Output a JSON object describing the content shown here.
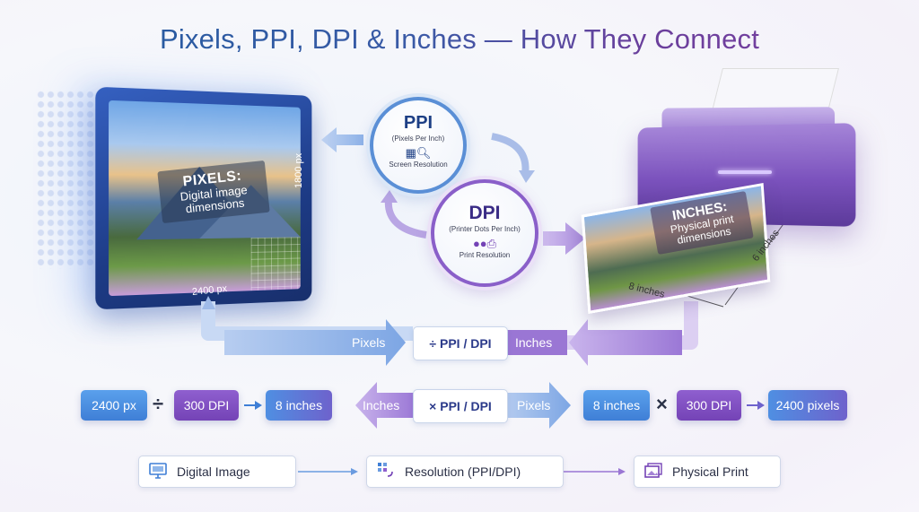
{
  "title": "Pixels, PPI, DPI & Inches — How They Connect",
  "monitor": {
    "label_title": "PIXELS:",
    "label_sub": "Digital image dimensions",
    "width_label": "2400 px",
    "height_label": "1800 px"
  },
  "ppi": {
    "title": "PPI",
    "subtitle": "(Pixels Per Inch)",
    "caption": "Screen Resolution",
    "icon": "pixel-grid-search-icon"
  },
  "dpi": {
    "title": "DPI",
    "subtitle": "(Printer Dots Per Inch)",
    "caption": "Print Resolution",
    "icon": "ink-drops-printer-icon"
  },
  "printer": {
    "label_title": "INCHES:",
    "label_sub": "Physical print dimensions",
    "width_label": "8 inches",
    "height_label": "6 inches"
  },
  "flow_top": {
    "left": "Pixels",
    "formula": "÷ PPI / DPI",
    "right": "Inches"
  },
  "flow_mid": {
    "left": "Inches",
    "formula": "× PPI / DPI",
    "right": "Pixels"
  },
  "example_left": {
    "a": "2400 px",
    "op": "÷",
    "b": "300 DPI",
    "result": "8 inches"
  },
  "example_right": {
    "a": "8 inches",
    "op": "×",
    "b": "300 DPI",
    "result": "2400 pixels"
  },
  "bottom": {
    "step1": "Digital Image",
    "step2": "Resolution (PPI/DPI)",
    "step3": "Physical Print"
  },
  "colors": {
    "blue": "#4a8ee3",
    "purple": "#7a48bb",
    "navy": "#1d3f85"
  }
}
